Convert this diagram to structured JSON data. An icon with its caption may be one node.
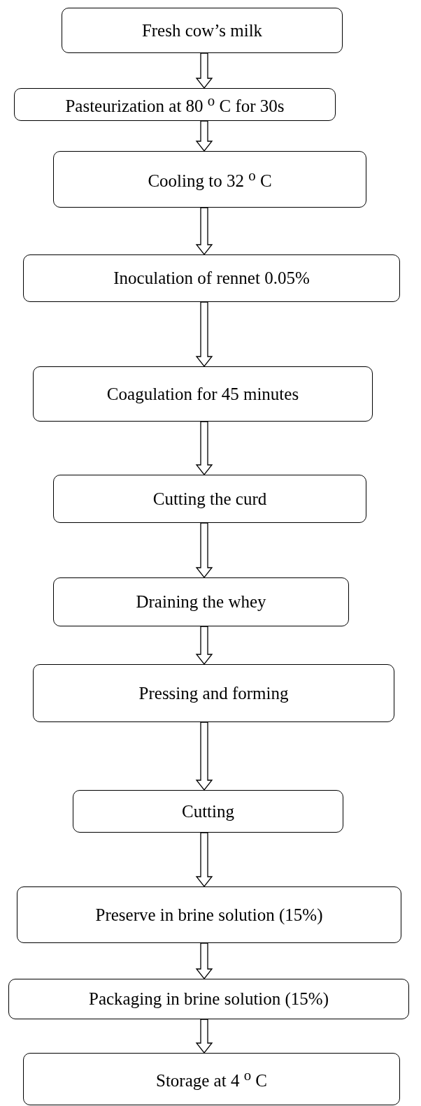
{
  "diagram": {
    "nodes": [
      {
        "text": [
          "Fresh cow’s milk"
        ]
      },
      {
        "text": [
          "Pasteurization at 80 $^{o}$ C for 30s"
        ]
      },
      {
        "text": [
          "Cooling to 32 $^{o}$ C"
        ]
      },
      {
        "text": [
          "Inoculation of rennet 0.05%"
        ]
      },
      {
        "text": [
          "Coagulation for 45 minutes"
        ]
      },
      {
        "text": [
          "Cutting the curd"
        ]
      },
      {
        "text": [
          "Draining the whey"
        ]
      },
      {
        "text": [
          "Pressing and forming"
        ]
      },
      {
        "text": [
          "Cutting"
        ]
      },
      {
        "text": [
          "Preserve in brine solution (15%)"
        ]
      },
      {
        "text": [
          "Packaging in brine solution (15%)"
        ]
      },
      {
        "text": [
          "Storage at 4 $^{o}$ C"
        ]
      }
    ],
    "edges": [
      {
        "from": 0,
        "to": 1,
        "arrow": "to"
      },
      {
        "from": 1,
        "to": 2,
        "arrow": "to"
      },
      {
        "from": 2,
        "to": 3,
        "arrow": "to"
      },
      {
        "from": 3,
        "to": 4,
        "arrow": "to"
      },
      {
        "from": 4,
        "to": 5,
        "arrow": "to"
      },
      {
        "from": 5,
        "to": 6,
        "arrow": "to"
      },
      {
        "from": 6,
        "to": 7,
        "arrow": "to"
      },
      {
        "from": 7,
        "to": 8,
        "arrow": "to"
      },
      {
        "from": 8,
        "to": 9,
        "arrow": "to"
      },
      {
        "from": 9,
        "to": 10,
        "arrow": "to"
      },
      {
        "from": 10,
        "to": 11,
        "arrow": "to"
      }
    ]
  }
}
